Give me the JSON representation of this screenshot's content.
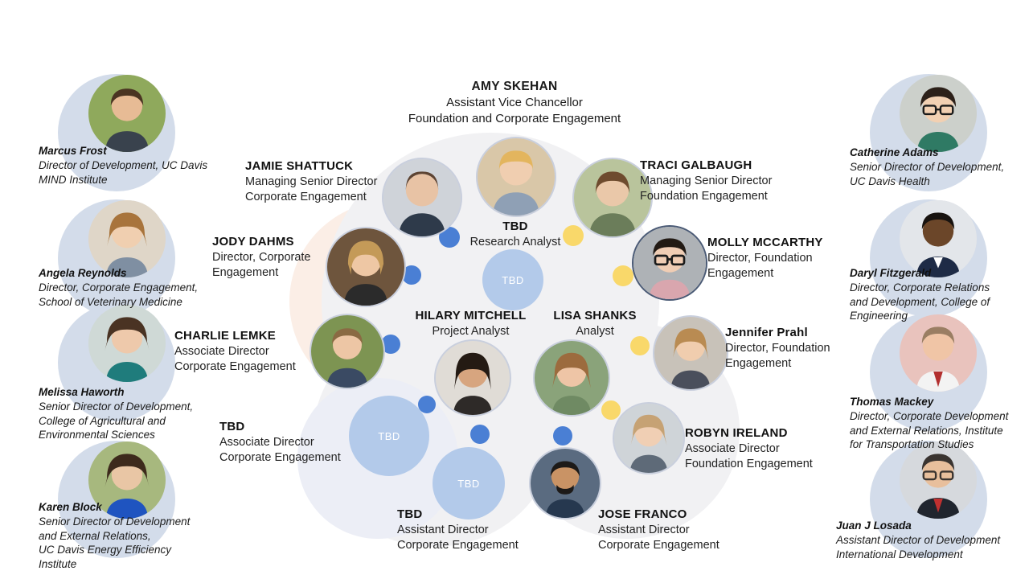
{
  "diagram": {
    "kind": "organization-chart",
    "palette": {
      "dot_blue": "#4a7fd4",
      "dot_yellow": "#f9d86a",
      "tbd_circle": "#b3caea",
      "blob_gray": "#f1f1f3",
      "blob_peach": "#fbeee6",
      "blob_lavender": "#eceef6",
      "halo": "#d3dcea",
      "text": "#111111",
      "background": "#ffffff"
    }
  },
  "head": {
    "name": "AMY SKEHAN",
    "title_line1": "Assistant Vice Chancellor",
    "title_line2": "Foundation and Corporate Engagement"
  },
  "center_team": [
    {
      "id": "jamie-shattuck",
      "name": "JAMIE SHATTUCK",
      "title_line1": "Managing Senior Director",
      "title_line2": "Corporate Engagement"
    },
    {
      "id": "traci-galbaugh",
      "name": "TRACI GALBAUGH",
      "title_line1": "Managing Senior Director",
      "title_line2": "Foundation Engagement"
    },
    {
      "id": "tbd-research-analyst",
      "name": "TBD",
      "title_line1": "Research Analyst",
      "title_line2": ""
    },
    {
      "id": "jody-dahms",
      "name": "JODY DAHMS",
      "title_line1": "Director, Corporate",
      "title_line2": "Engagement"
    },
    {
      "id": "molly-mccarthy",
      "name": "MOLLY MCCARTHY",
      "title_line1": "Director, Foundation",
      "title_line2": "Engagement"
    },
    {
      "id": "charlie-lemke",
      "name": "CHARLIE LEMKE",
      "title_line1": "Associate Director",
      "title_line2": "Corporate Engagement"
    },
    {
      "id": "hilary-mitchell",
      "name": "HILARY MITCHELL",
      "title_line1": "Project Analyst",
      "title_line2": ""
    },
    {
      "id": "lisa-shanks",
      "name": "LISA SHANKS",
      "title_line1": "Analyst",
      "title_line2": ""
    },
    {
      "id": "jennifer-prahl",
      "name": "Jennifer Prahl",
      "title_line1": "Director, Foundation",
      "title_line2": "Engagement"
    },
    {
      "id": "tbd-associate-director-corporate",
      "name": "TBD",
      "title_line1": "Associate Director",
      "title_line2": "Corporate Engagement"
    },
    {
      "id": "robyn-ireland",
      "name": "ROBYN IRELAND",
      "title_line1": "Associate Director",
      "title_line2": "Foundation Engagement"
    },
    {
      "id": "tbd-assistant-director-corporate",
      "name": "TBD",
      "title_line1": "Assistant Director",
      "title_line2": "Corporate Engagement"
    },
    {
      "id": "jose-franco",
      "name": "JOSE FRANCO",
      "title_line1": "Assistant Director",
      "title_line2": "Corporate Engagement"
    }
  ],
  "left_team": [
    {
      "id": "marcus-frost",
      "name": "Marcus Frost",
      "title_lines": [
        "Director of Development, UC Davis",
        "MIND Institute"
      ]
    },
    {
      "id": "angela-reynolds",
      "name": "Angela Reynolds",
      "title_lines": [
        "Director, Corporate Engagement,",
        "School of Veterinary Medicine"
      ]
    },
    {
      "id": "melissa-haworth",
      "name": "Melissa Haworth",
      "title_lines": [
        "Senior Director of Development,",
        "College of Agricultural and",
        "Environmental Sciences"
      ]
    },
    {
      "id": "karen-block",
      "name": "Karen Block",
      "title_lines": [
        "Senior Director of Development",
        "and External Relations,",
        "UC Davis Energy Efficiency",
        "Institute"
      ]
    }
  ],
  "right_team": [
    {
      "id": "catherine-adams",
      "name": "Catherine Adams",
      "title_lines": [
        "Senior Director of Development,",
        "UC Davis Health"
      ]
    },
    {
      "id": "daryl-fitzgerald",
      "name": "Daryl Fitzgerald",
      "title_lines": [
        "Director, Corporate Relations",
        "and Development, College of",
        "Engineering"
      ]
    },
    {
      "id": "thomas-mackey",
      "name": "Thomas Mackey",
      "title_lines": [
        "Director, Corporate Development",
        "and External Relations, Institute",
        "for Transportation Studies"
      ]
    },
    {
      "id": "juan-j-losada",
      "name": "Juan J Losada",
      "title_lines": [
        "Assistant Director of Development",
        "International Development"
      ]
    }
  ],
  "tbd_circles": [
    {
      "id": "tbd-circle-research",
      "label": "TBD"
    },
    {
      "id": "tbd-circle-associate",
      "label": "TBD"
    },
    {
      "id": "tbd-circle-assistant",
      "label": "TBD"
    }
  ]
}
